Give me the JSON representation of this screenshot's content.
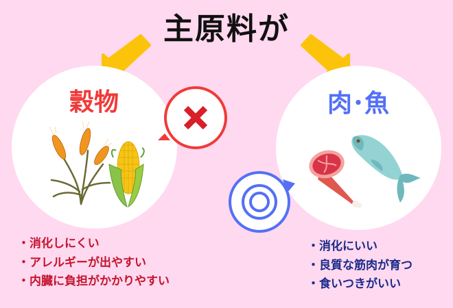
{
  "title": "主原料が",
  "colors": {
    "background": "#ffd9ef",
    "arrow": "#fcc30b",
    "grain_accent": "#f03a3a",
    "grain_text": "#c4132f",
    "meat_accent": "#5470f5",
    "meat_text": "#1a2a8a"
  },
  "left": {
    "heading": "穀物",
    "verdict": "×",
    "verdict_icon": "cross-mark-icon",
    "illustrations": [
      "wheat-icon",
      "corn-icon"
    ],
    "items": [
      "・消化しにくい",
      "・アレルギーが出やすい",
      "・内臓に負担がかかりやすい"
    ]
  },
  "right": {
    "heading": "肉･魚",
    "verdict": "◎",
    "verdict_icon": "double-circle-icon",
    "illustrations": [
      "meat-icon",
      "fish-icon"
    ],
    "items": [
      "・消化にいい",
      "・良質な筋肉が育つ",
      "・食いつきがいい"
    ]
  }
}
